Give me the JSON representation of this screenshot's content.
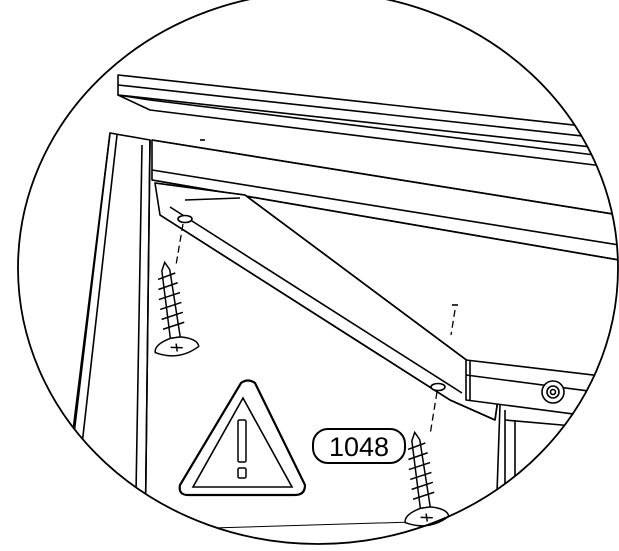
{
  "figure": {
    "view": "detail-circle",
    "part_label": "1048",
    "warning_icon": "warning-triangle-icon",
    "fastener_icon": "screw-icon",
    "fastener_count": 2,
    "line_color": "#000000",
    "background_color": "#ffffff"
  }
}
